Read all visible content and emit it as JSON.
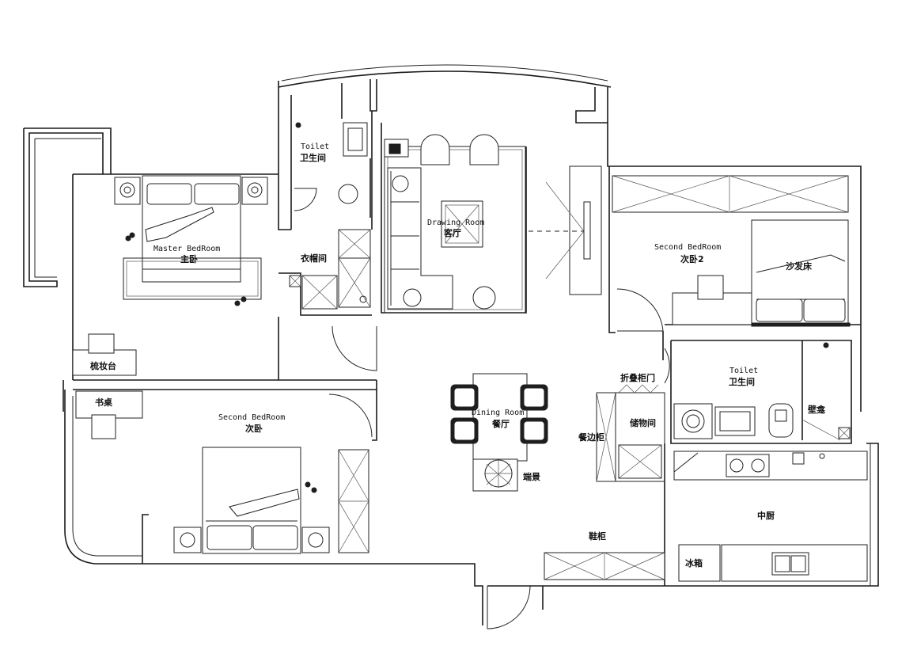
{
  "labels": {
    "toilet_top_en": "Toilet",
    "toilet_top_cn": "卫生间",
    "drawing_room_en": "Drawing Room",
    "drawing_room_cn": "客厅",
    "master_bedroom_en": "Master BedRoom",
    "master_bedroom_cn": "主卧",
    "wardrobe_cn": "衣帽间",
    "dresser_cn": "梳妆台",
    "second_bedroom_right_en": "Second BedRoom",
    "second_bedroom_right_cn": "次卧2",
    "sofa_bed_cn": "沙发床",
    "desk_cn": "书桌",
    "second_bedroom_left_en": "Second BedRoom",
    "second_bedroom_left_cn": "次卧",
    "dining_room_en": "Dining Room",
    "dining_room_cn": "餐厅",
    "landscape_cn": "端景",
    "folding_door_cn": "折叠柜门",
    "sideboard_cn": "餐边柜",
    "storage_cn": "储物间",
    "toilet_right_en": "Toilet",
    "toilet_right_cn": "卫生间",
    "niche_cn": "壁龛",
    "kitchen_cn": "中厨",
    "shoe_cabinet_cn": "鞋柜",
    "fridge_cn": "冰箱"
  }
}
